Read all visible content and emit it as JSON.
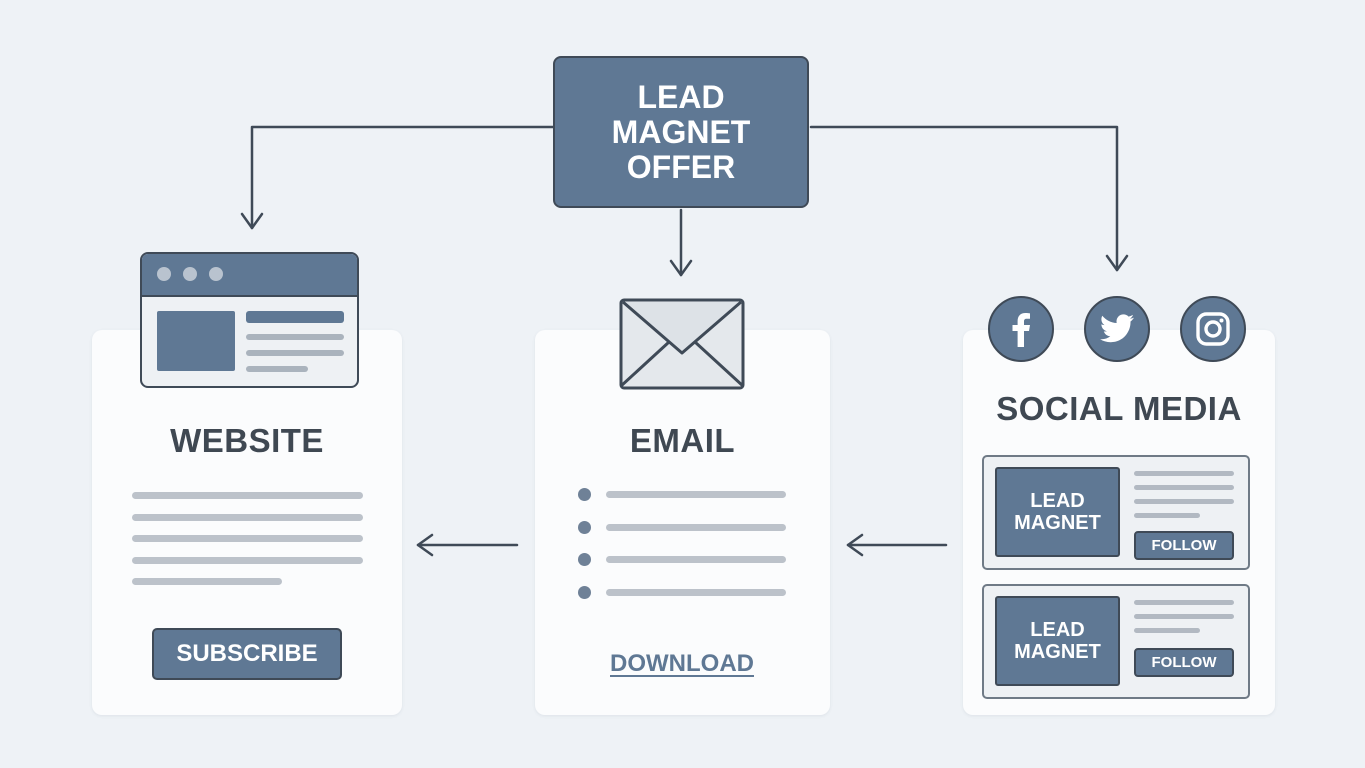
{
  "hub": {
    "label": "LEAD\nMAGNET\nOFFER"
  },
  "website": {
    "title": "WEBSITE",
    "button_label": "SUBSCRIBE",
    "icon": "browser-window-icon"
  },
  "email": {
    "title": "EMAIL",
    "link_label": "DOWNLOAD",
    "icon": "envelope-icon"
  },
  "social": {
    "title": "SOCIAL MEDIA",
    "icons": [
      "facebook-icon",
      "twitter-icon",
      "instagram-icon"
    ],
    "posts": [
      {
        "thumb_label": "LEAD\nMAGNET",
        "button_label": "FOLLOW"
      },
      {
        "thumb_label": "LEAD\nMAGNET",
        "button_label": "FOLLOW"
      }
    ]
  },
  "colors": {
    "background": "#eef2f6",
    "accent": "#5f7894",
    "outline": "#3f4a57",
    "text": "#3f4852",
    "line": "#bcc2ca"
  }
}
